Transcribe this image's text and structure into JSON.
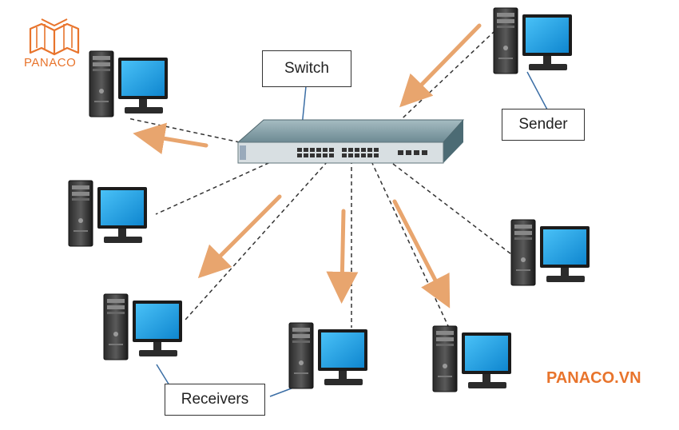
{
  "logo": {
    "text": "PANACO",
    "color": "#e8742c"
  },
  "watermark": {
    "text": "PANACO.VN"
  },
  "labels": {
    "switch": "Switch",
    "sender": "Sender",
    "receivers": "Receivers"
  },
  "colors": {
    "arrow": "#e8a56e",
    "monitor_screen": "#1e9fe0",
    "switch_body": "#6f8f99",
    "cable": "#333333"
  },
  "icons": [
    "book-logo-icon",
    "computer-icon",
    "network-switch-icon",
    "arrow-icon"
  ]
}
